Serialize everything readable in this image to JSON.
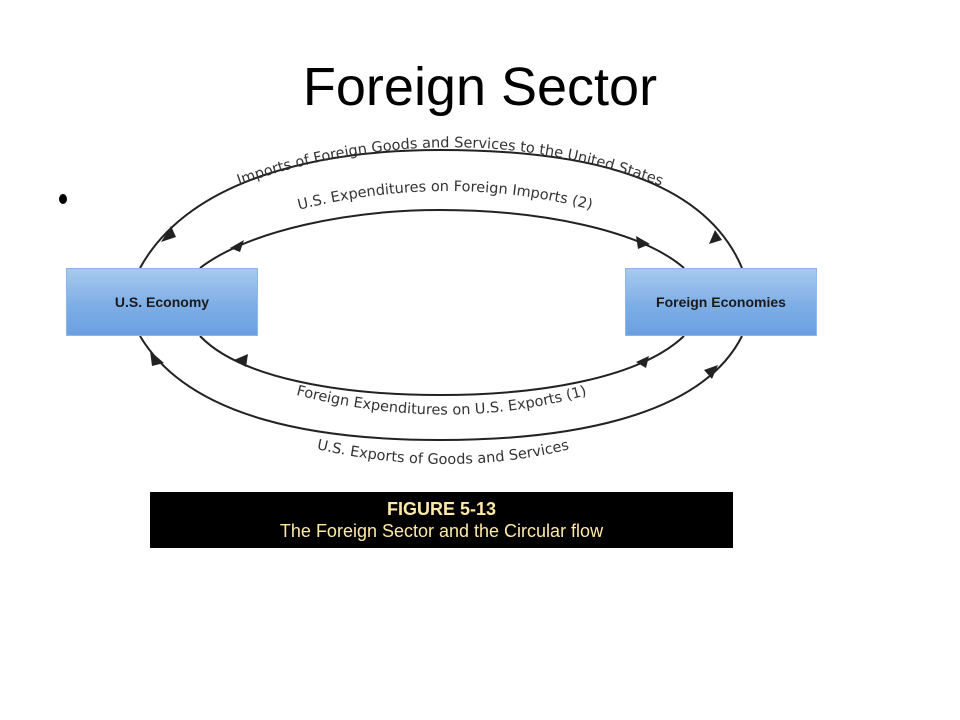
{
  "slide": {
    "title": "Foreign Sector",
    "bullet": ""
  },
  "diagram": {
    "nodes": {
      "us": "U.S. Economy",
      "foreign": "Foreign Economies"
    },
    "flows": {
      "outer_top": "Imports of Foreign Goods and Services to the United States",
      "inner_top": "U.S. Expenditures on Foreign Imports (2)",
      "inner_bottom": "Foreign Expenditures on U.S. Exports (1)",
      "outer_bottom": "U.S. Exports of Goods and Services"
    },
    "colors": {
      "box_fill": "#7eaee6",
      "arrow": "#222222",
      "caption_bg": "#000000",
      "caption_text": "#ffe9a6"
    }
  },
  "caption": {
    "figure": "FIGURE 5-13",
    "text": "The Foreign Sector and the Circular flow"
  }
}
